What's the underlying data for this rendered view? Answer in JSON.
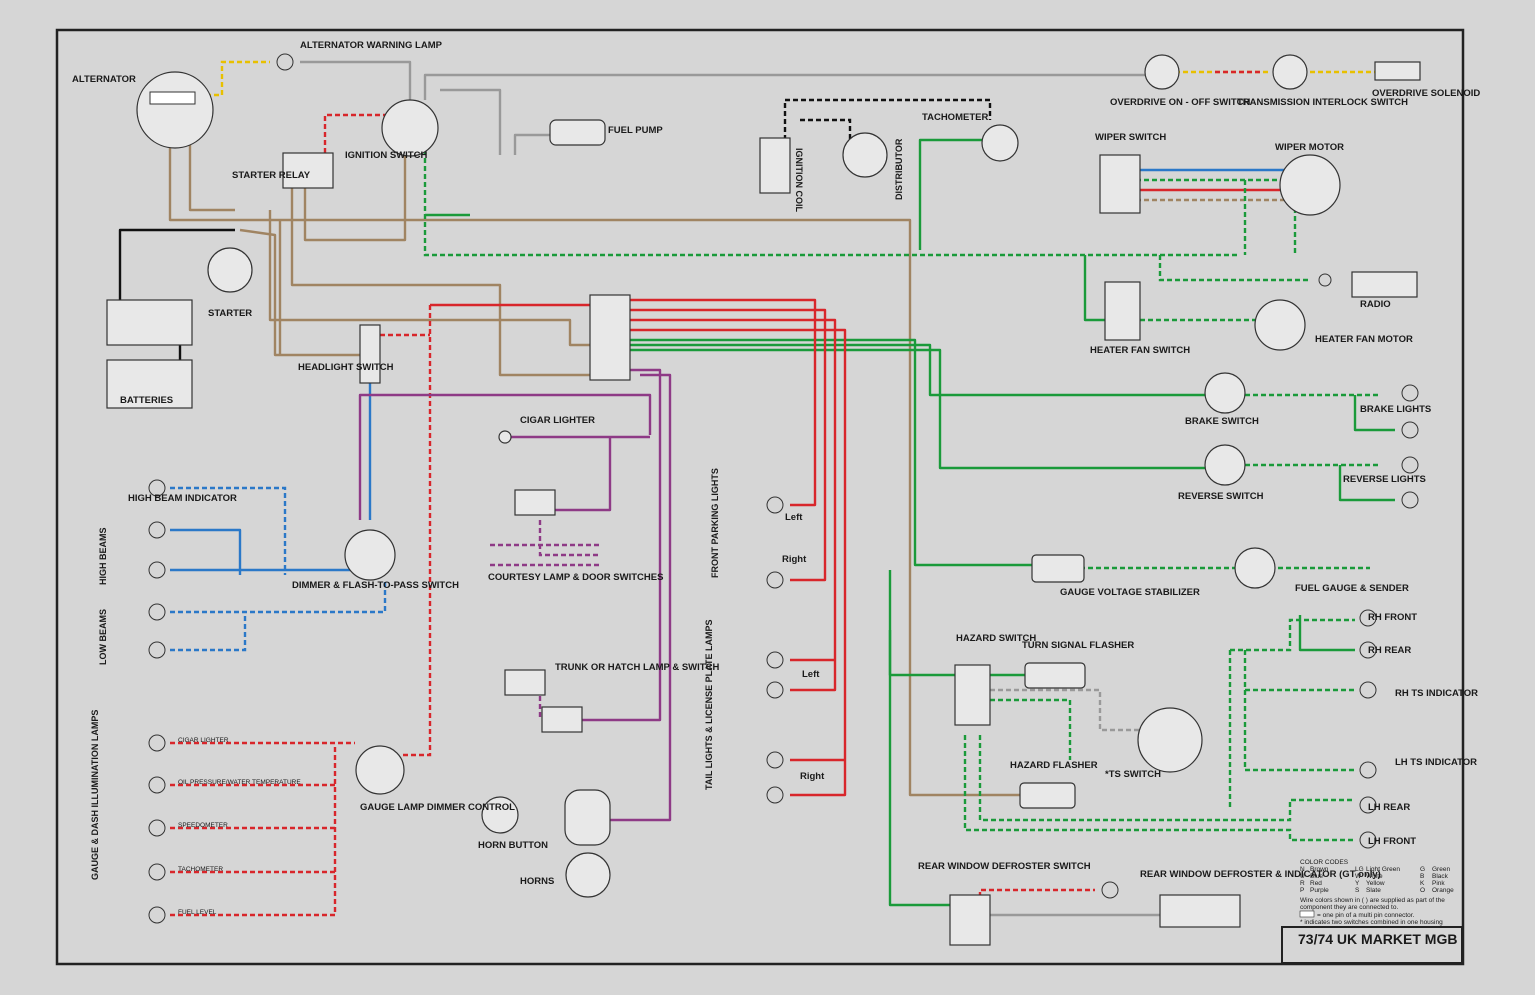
{
  "title": "73/74 UK MARKET MGB",
  "colors": {
    "red": "#d8262b",
    "green": "#1a9a3a",
    "brown": "#a08462",
    "purple": "#8e3a86",
    "blue": "#2a78c8",
    "black": "#111111",
    "white": "#f4f4f4",
    "yellow": "#e8c000",
    "grey": "#9a9a9a",
    "background": "#d6d6d6"
  },
  "components": {
    "alternator": "ALTERNATOR",
    "alternator_warning_lamp": "ALTERNATOR WARNING LAMP",
    "starter_relay": "STARTER RELAY",
    "ignition_switch": "IGNITION SWITCH",
    "fuel_pump": "FUEL PUMP",
    "ignition_coil": "IGNITION COIL",
    "distributor": "DISTRIBUTOR",
    "tachometer": "TACHOMETER",
    "overdrive_switch": "OVERDRIVE ON - OFF SWITCH",
    "transmission_interlock": "TRANSMISSION INTERLOCK SWITCH",
    "overdrive_solenoid": "OVERDRIVE SOLENOID",
    "wiper_switch": "WIPER SWITCH",
    "wiper_motor": "WIPER MOTOR",
    "starter": "STARTER",
    "batteries": "BATTERIES",
    "headlight_switch": "HEADLIGHT SWITCH",
    "radio": "RADIO",
    "heater_fan_switch": "HEATER FAN SWITCH",
    "heater_fan_motor": "HEATER FAN MOTOR",
    "brake_switch": "BRAKE SWITCH",
    "brake_lights": "BRAKE LIGHTS",
    "reverse_switch": "REVERSE SWITCH",
    "reverse_lights": "REVERSE LIGHTS",
    "cigar_lighter": "CIGAR LIGHTER",
    "high_beam_indicator": "HIGH BEAM INDICATOR",
    "high_beams": "HIGH BEAMS",
    "low_beams": "LOW BEAMS",
    "dimmer_switch": "DIMMER & FLASH-TO-PASS SWITCH",
    "courtesy_lamp": "COURTESY LAMP & DOOR SWITCHES",
    "front_parking_lights": "FRONT PARKING LIGHTS",
    "gauge_voltage_stabilizer": "GAUGE VOLTAGE STABILIZER",
    "fuel_gauge": "FUEL GAUGE & SENDER",
    "trunk_lamp": "TRUNK OR HATCH LAMP & SWITCH",
    "hazard_switch": "HAZARD SWITCH",
    "turn_signal_flasher": "TURN SIGNAL FLASHER",
    "hazard_flasher": "HAZARD FLASHER",
    "ts_switch": "*TS SWITCH",
    "tail_lights": "TAIL LIGHTS & LICENSE PLATE LAMPS",
    "gauge_dash_lamps": "GAUGE & DASH ILLUMINATION LAMPS",
    "gauge_lamp_dimmer": "GAUGE LAMP DIMMER CONTROL",
    "horn_button": "HORN BUTTON",
    "horns": "HORNS",
    "rear_window_defroster_switch": "REAR WINDOW DEFROSTER SWITCH",
    "rear_window_defroster": "REAR WINDOW DEFROSTER & INDICATOR (GT only)",
    "rh_front": "RH FRONT",
    "rh_rear": "RH REAR",
    "rh_ts_indicator": "RH TS INDICATOR",
    "lh_ts_indicator": "LH TS INDICATOR",
    "lh_rear": "LH REAR",
    "lh_front": "LH FRONT"
  },
  "lamp_labels": {
    "left": "Left",
    "right": "Right",
    "cigar_lighter_lamp": "CIGAR LIGHTER",
    "oil_pressure": "OIL PRESSURE/WATER TEMPERATURE",
    "speedometer": "SPEEDOMETER",
    "tachometer_lamp": "TACHOMETER",
    "fuel_level": "FUEL LEVEL"
  },
  "color_codes": {
    "title": "COLOR CODES",
    "rows": [
      [
        "N",
        "Brown",
        "LG",
        "Light Green",
        "G",
        "Green"
      ],
      [
        "U",
        "Blue",
        "W",
        "White",
        "B",
        "Black"
      ],
      [
        "R",
        "Red",
        "Y",
        "Yellow",
        "K",
        "Pink"
      ],
      [
        "P",
        "Purple",
        "S",
        "Slate",
        "O",
        "Orange"
      ]
    ],
    "notes": [
      "Wire colors shown in ( ) are supplied as part of the",
      "component they are connected to.",
      "= one pin of a multi pin connector.",
      "* indicates two switches combined in one housing"
    ]
  }
}
